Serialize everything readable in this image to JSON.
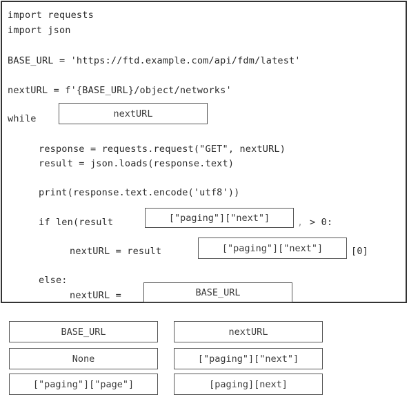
{
  "code": {
    "line_import_requests": "import requests",
    "line_import_json": "import json",
    "line_base_url": "BASE_URL = 'https://ftd.example.com/api/fdm/latest'",
    "line_next_url": "nextURL = f'{BASE_URL}/object/networks'",
    "line_while": "while",
    "line_response": "response = requests.request(\"GET\", nextURL)",
    "line_result": "result = json.loads(response.text)",
    "line_print": "print(response.text.encode('utf8'))",
    "line_if_prefix": "if len(result",
    "line_if_separator": ",",
    "line_if_suffix": "> 0:",
    "line_assign_prefix": "nextURL = result",
    "line_assign_suffix": "[0]",
    "line_else": "else:",
    "line_else_assign": "nextURL ="
  },
  "slots": {
    "while_condition": "nextURL",
    "if_len_arg": "[\"paging\"][\"next\"]",
    "result_index": "[\"paging\"][\"next\"]",
    "else_value": "BASE_URL"
  },
  "options": [
    "BASE_URL",
    "nextURL",
    "None",
    "[\"paging\"][\"next\"]",
    "[\"paging\"][\"page\"]",
    "[paging][next]"
  ]
}
